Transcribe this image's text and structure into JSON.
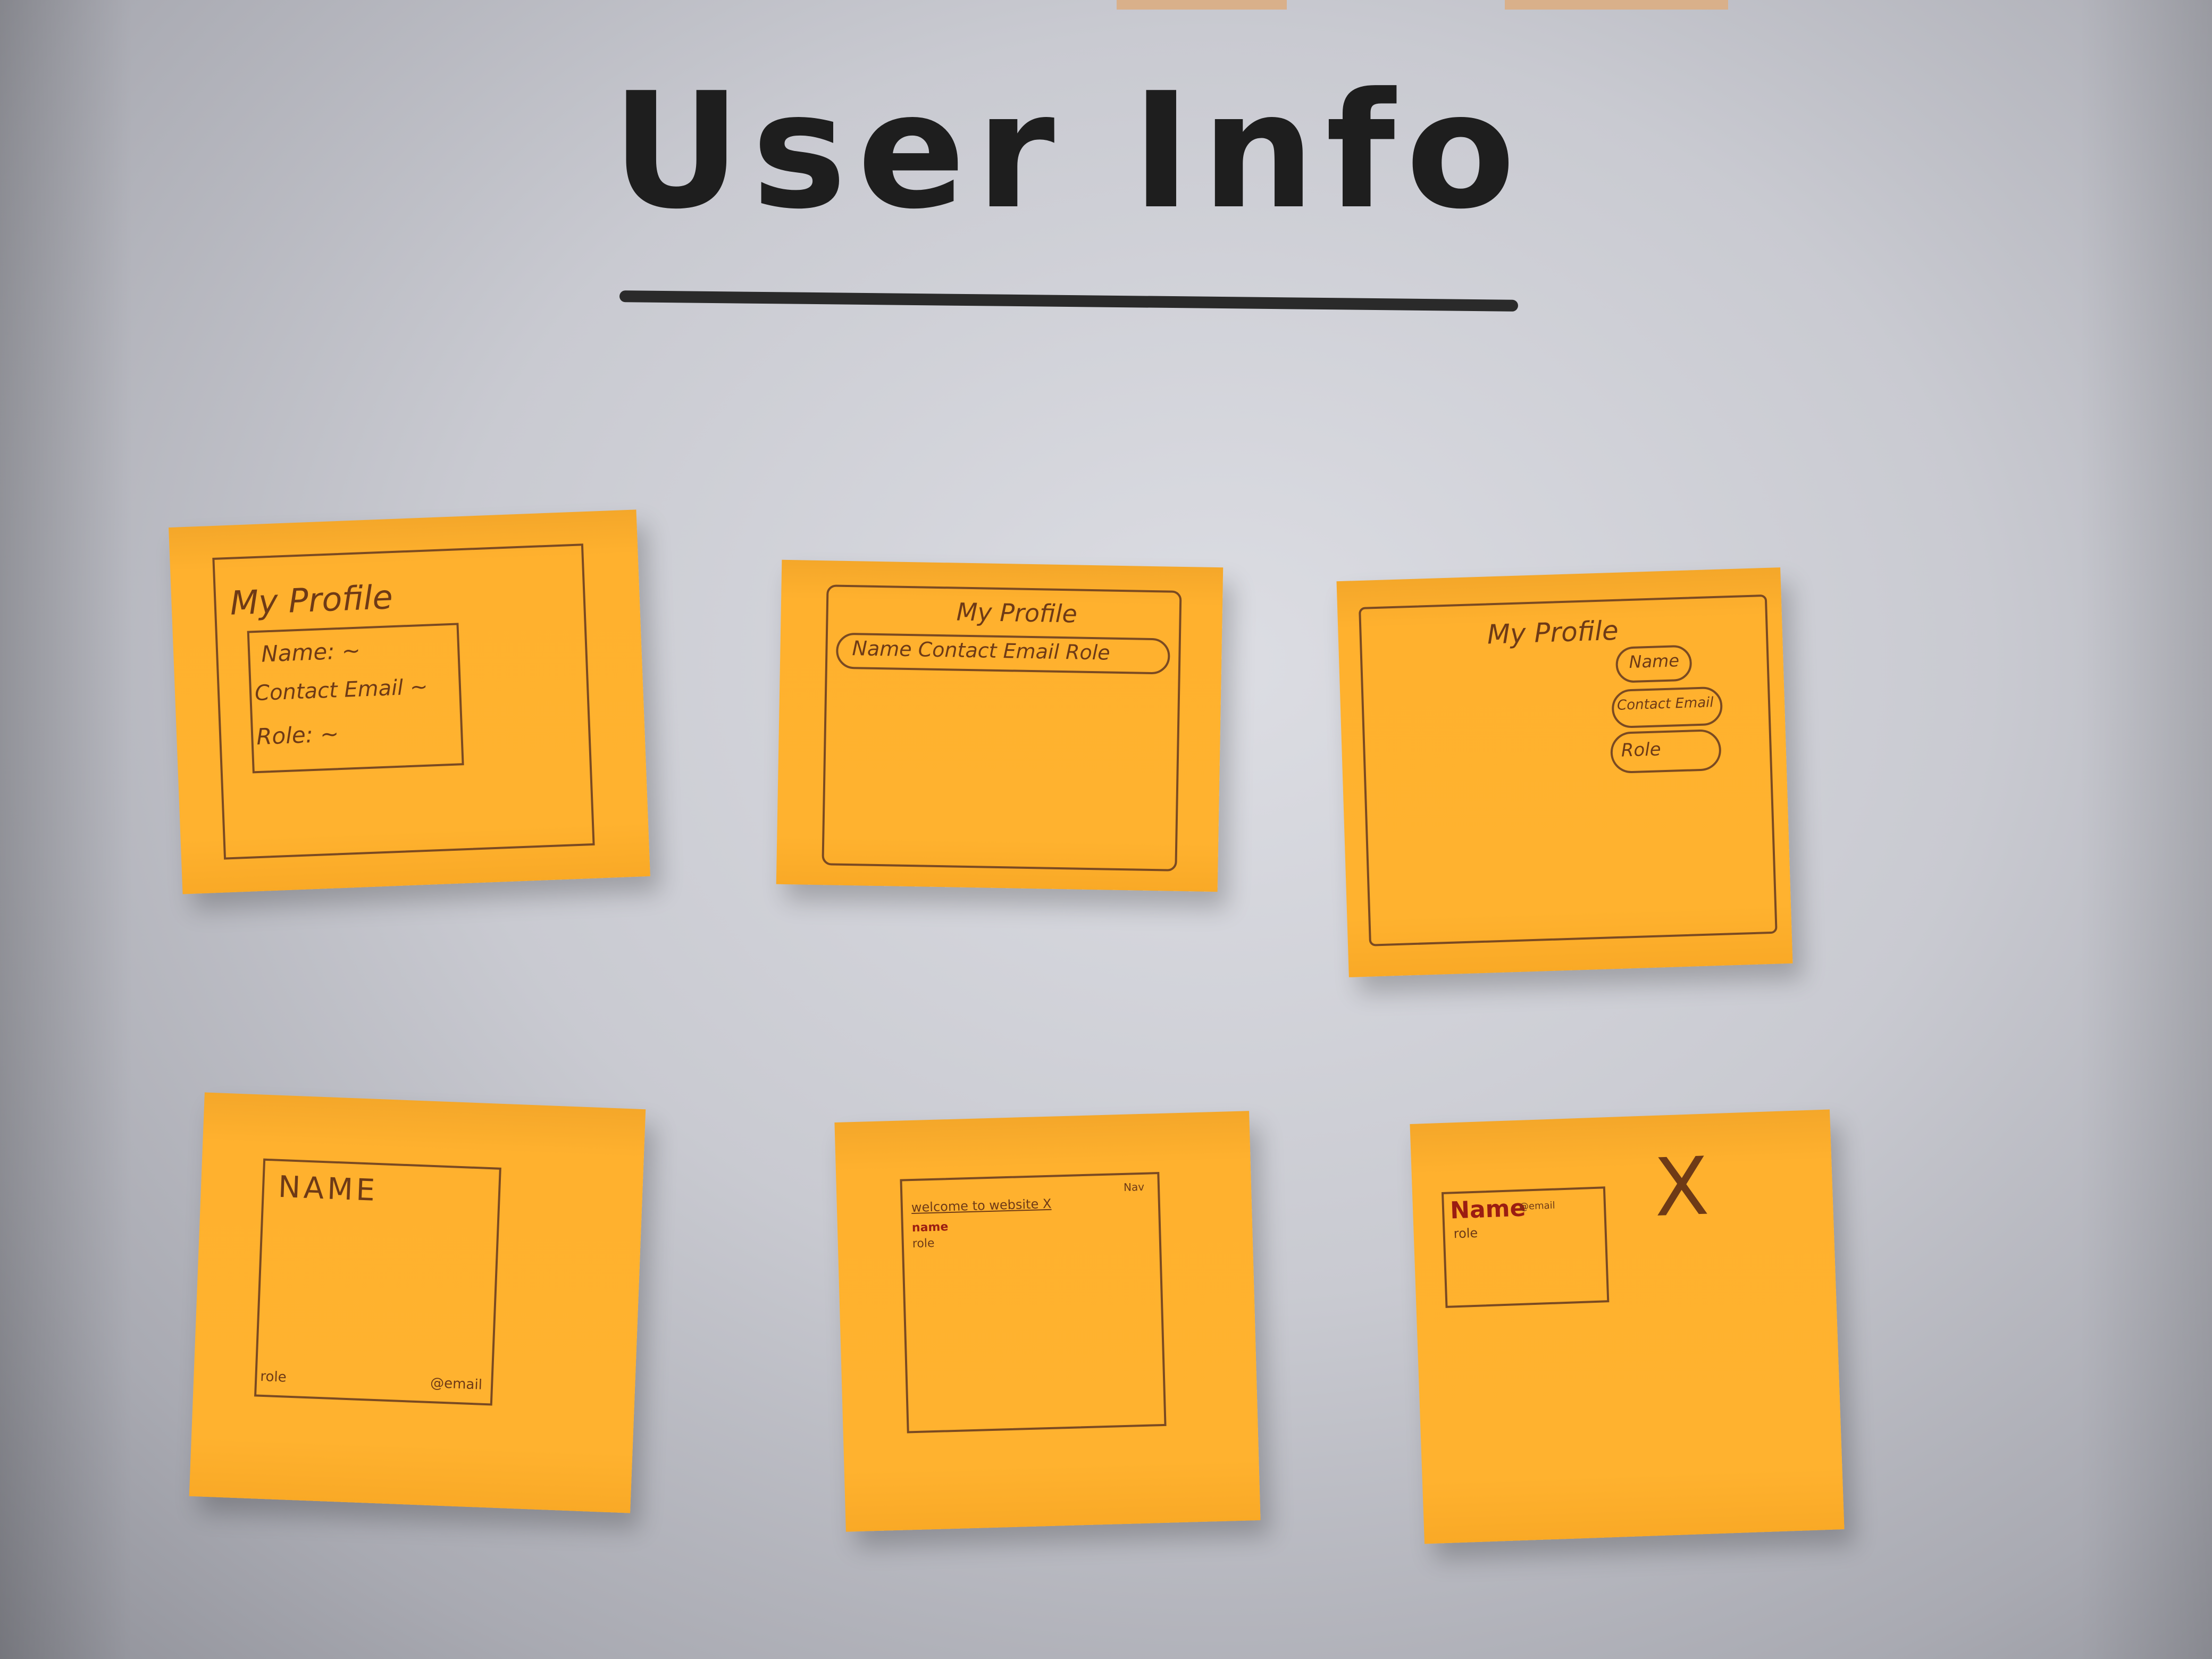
{
  "board": {
    "title": "User Info"
  },
  "notes": [
    {
      "heading": "My Profile",
      "fields": [
        "Name: ~",
        "Contact Email ~",
        "Role: ~"
      ]
    },
    {
      "heading": "My Profile",
      "tabs": "Name    Contact Email    Role"
    },
    {
      "heading": "My Profile",
      "buttons": [
        "Name",
        "Contact Email",
        "Role"
      ]
    },
    {
      "heading": "NAME",
      "footer_left": "role",
      "footer_right": "@email"
    },
    {
      "banner": "welcome to website X",
      "banner_corner": "Nav",
      "line1": "name",
      "line2": "role"
    },
    {
      "name": "Name",
      "email_tag": "@email",
      "role": "role",
      "close": "X"
    }
  ],
  "colors": {
    "note_fill": "#ffb22f",
    "ink": "#6e3a16",
    "marker": "#1e1e1e"
  }
}
